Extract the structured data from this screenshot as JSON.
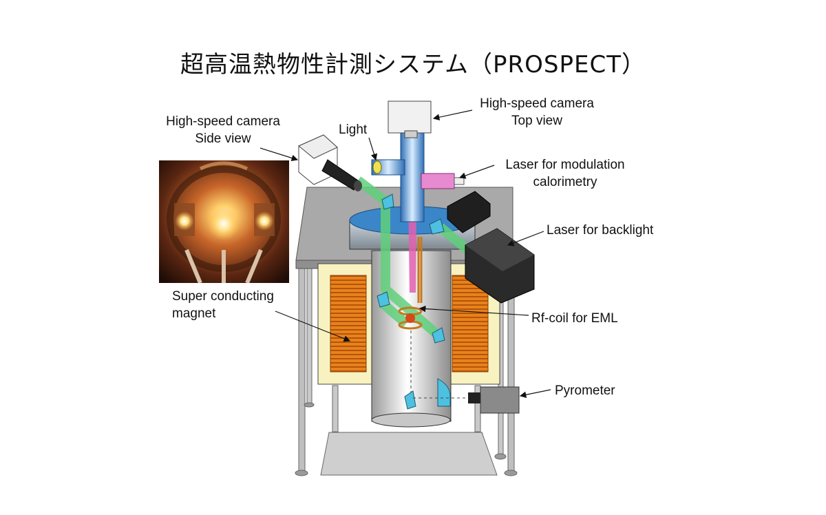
{
  "title": "超高温熱物性計測システム（PROSPECT）",
  "labels": {
    "cam_side_1": "High-speed camera",
    "cam_side_2": "Side view",
    "light": "Light",
    "cam_top_1": "High-speed camera",
    "cam_top_2": "Top view",
    "laser_mod_1": "Laser for modulation",
    "laser_mod_2": "calorimetry",
    "laser_back": "Laser for backlight",
    "magnet_1": "Super conducting",
    "magnet_2": "magnet",
    "rfcoil": "Rf-coil for EML",
    "pyrometer": "Pyrometer"
  },
  "colors": {
    "frame_gray": "#a9a9a9",
    "magnet_cream": "#f7f2c0",
    "magnet_orange": "#e8821c",
    "beam_green": "#5fd07a",
    "laser_pink": "#e35fb0",
    "optics_blue": "#4ec0e0",
    "chamber_blue": "#3a86c8"
  }
}
